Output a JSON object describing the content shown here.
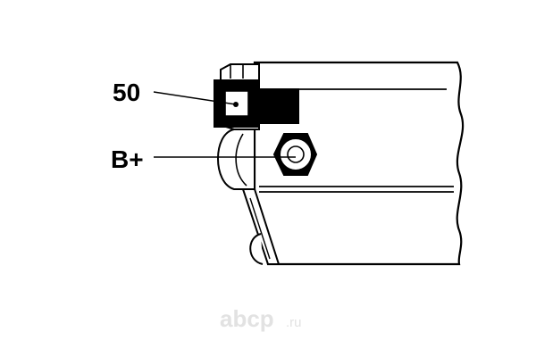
{
  "labels": {
    "terminal_50": "50",
    "terminal_b_plus": "B+"
  },
  "watermark": {
    "text": "abcp",
    "tld": ".ru"
  },
  "colors": {
    "line": "#000000",
    "fill_dark": "#000000",
    "background": "#ffffff",
    "watermark": "#e2e2e2"
  }
}
